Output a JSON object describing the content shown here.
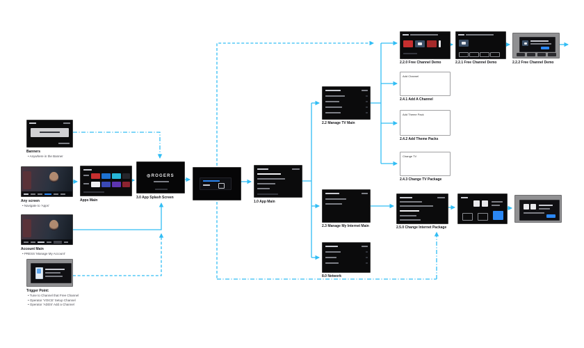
{
  "colors": {
    "connector": "#31bdf4",
    "screen_bg": "#0b0b0c",
    "accent": "#2b87f3"
  },
  "screens": {
    "banners": {
      "title": "Banners",
      "bullet": "• Anywhere in the Banner"
    },
    "any_screen": {
      "title": "Any screen",
      "bullet": "• Navigate to 'Apps'"
    },
    "account_main": {
      "title": "Account Main",
      "bullet": "• PRESS 'Manage My Account'"
    },
    "trigger_point": {
      "title": "Trigger Point:",
      "bullets": [
        "• Tune to Channel that Free Channel",
        "• Operator 'VOICE' Setup Channel",
        "• Operator 'ADDS' Add a Channel"
      ]
    },
    "apps_main": {
      "label": "Apps Main"
    },
    "splash": {
      "label": "3.0 App Splash Screen",
      "logo_mark": "◎",
      "logo": "ROGERS"
    },
    "app_main": {
      "label": "1.0 App Main"
    },
    "manage_tv": {
      "label": "2.2 Manage TV Main"
    },
    "manage_internet": {
      "label": "2.3 Manage My Internet Main"
    },
    "network": {
      "label": "8.0 Network"
    },
    "free_demo_0": {
      "label": "2.2.0 Free Channel Demo"
    },
    "free_demo_1": {
      "label": "2.2.1 Free Channel Demo"
    },
    "free_demo_2": {
      "label": "2.2.2 Free Channel Demo"
    },
    "add_channel": {
      "corner": "Add Channel",
      "label": "2.4.1 Add A Channel"
    },
    "theme_packs": {
      "corner": "Add Theme Pack",
      "label": "2.4.2 Add Theme Packs"
    },
    "change_tv": {
      "corner": "Change TV",
      "label": "2.4.3 Change TV Package"
    },
    "change_internet": {
      "label": "2.5.0 Change Internet Package"
    }
  }
}
